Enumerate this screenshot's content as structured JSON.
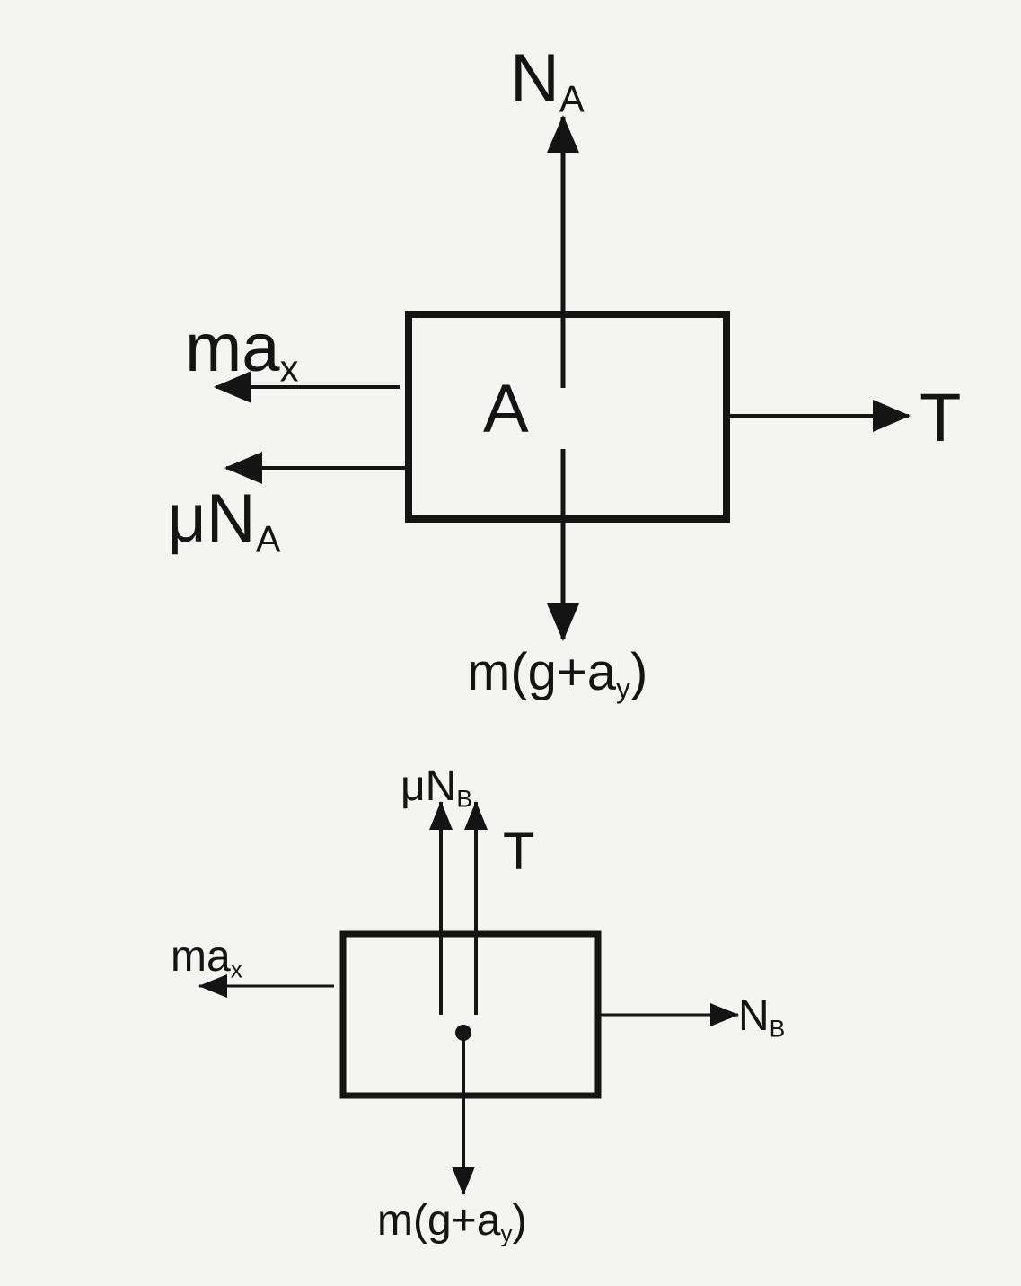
{
  "diagram_a": {
    "block_label": "A",
    "normal": {
      "base": "N",
      "sub": "A"
    },
    "inertial_x": {
      "base": "ma",
      "sub": "x"
    },
    "friction": {
      "base": "μN",
      "sub": "A"
    },
    "tension": "T",
    "weight": {
      "pre": "m(g+a",
      "sub": "y",
      "post": ")"
    }
  },
  "diagram_b": {
    "friction": {
      "base": "μN",
      "sub": "B"
    },
    "tension": "T",
    "inertial_x": {
      "base": "ma",
      "sub": "x"
    },
    "normal": {
      "base": "N",
      "sub": "B"
    },
    "weight": {
      "pre": "m(g+a",
      "sub": "y",
      "post": ")"
    }
  },
  "colors": {
    "ink": "#141414",
    "paper": "#f4f4f2"
  }
}
